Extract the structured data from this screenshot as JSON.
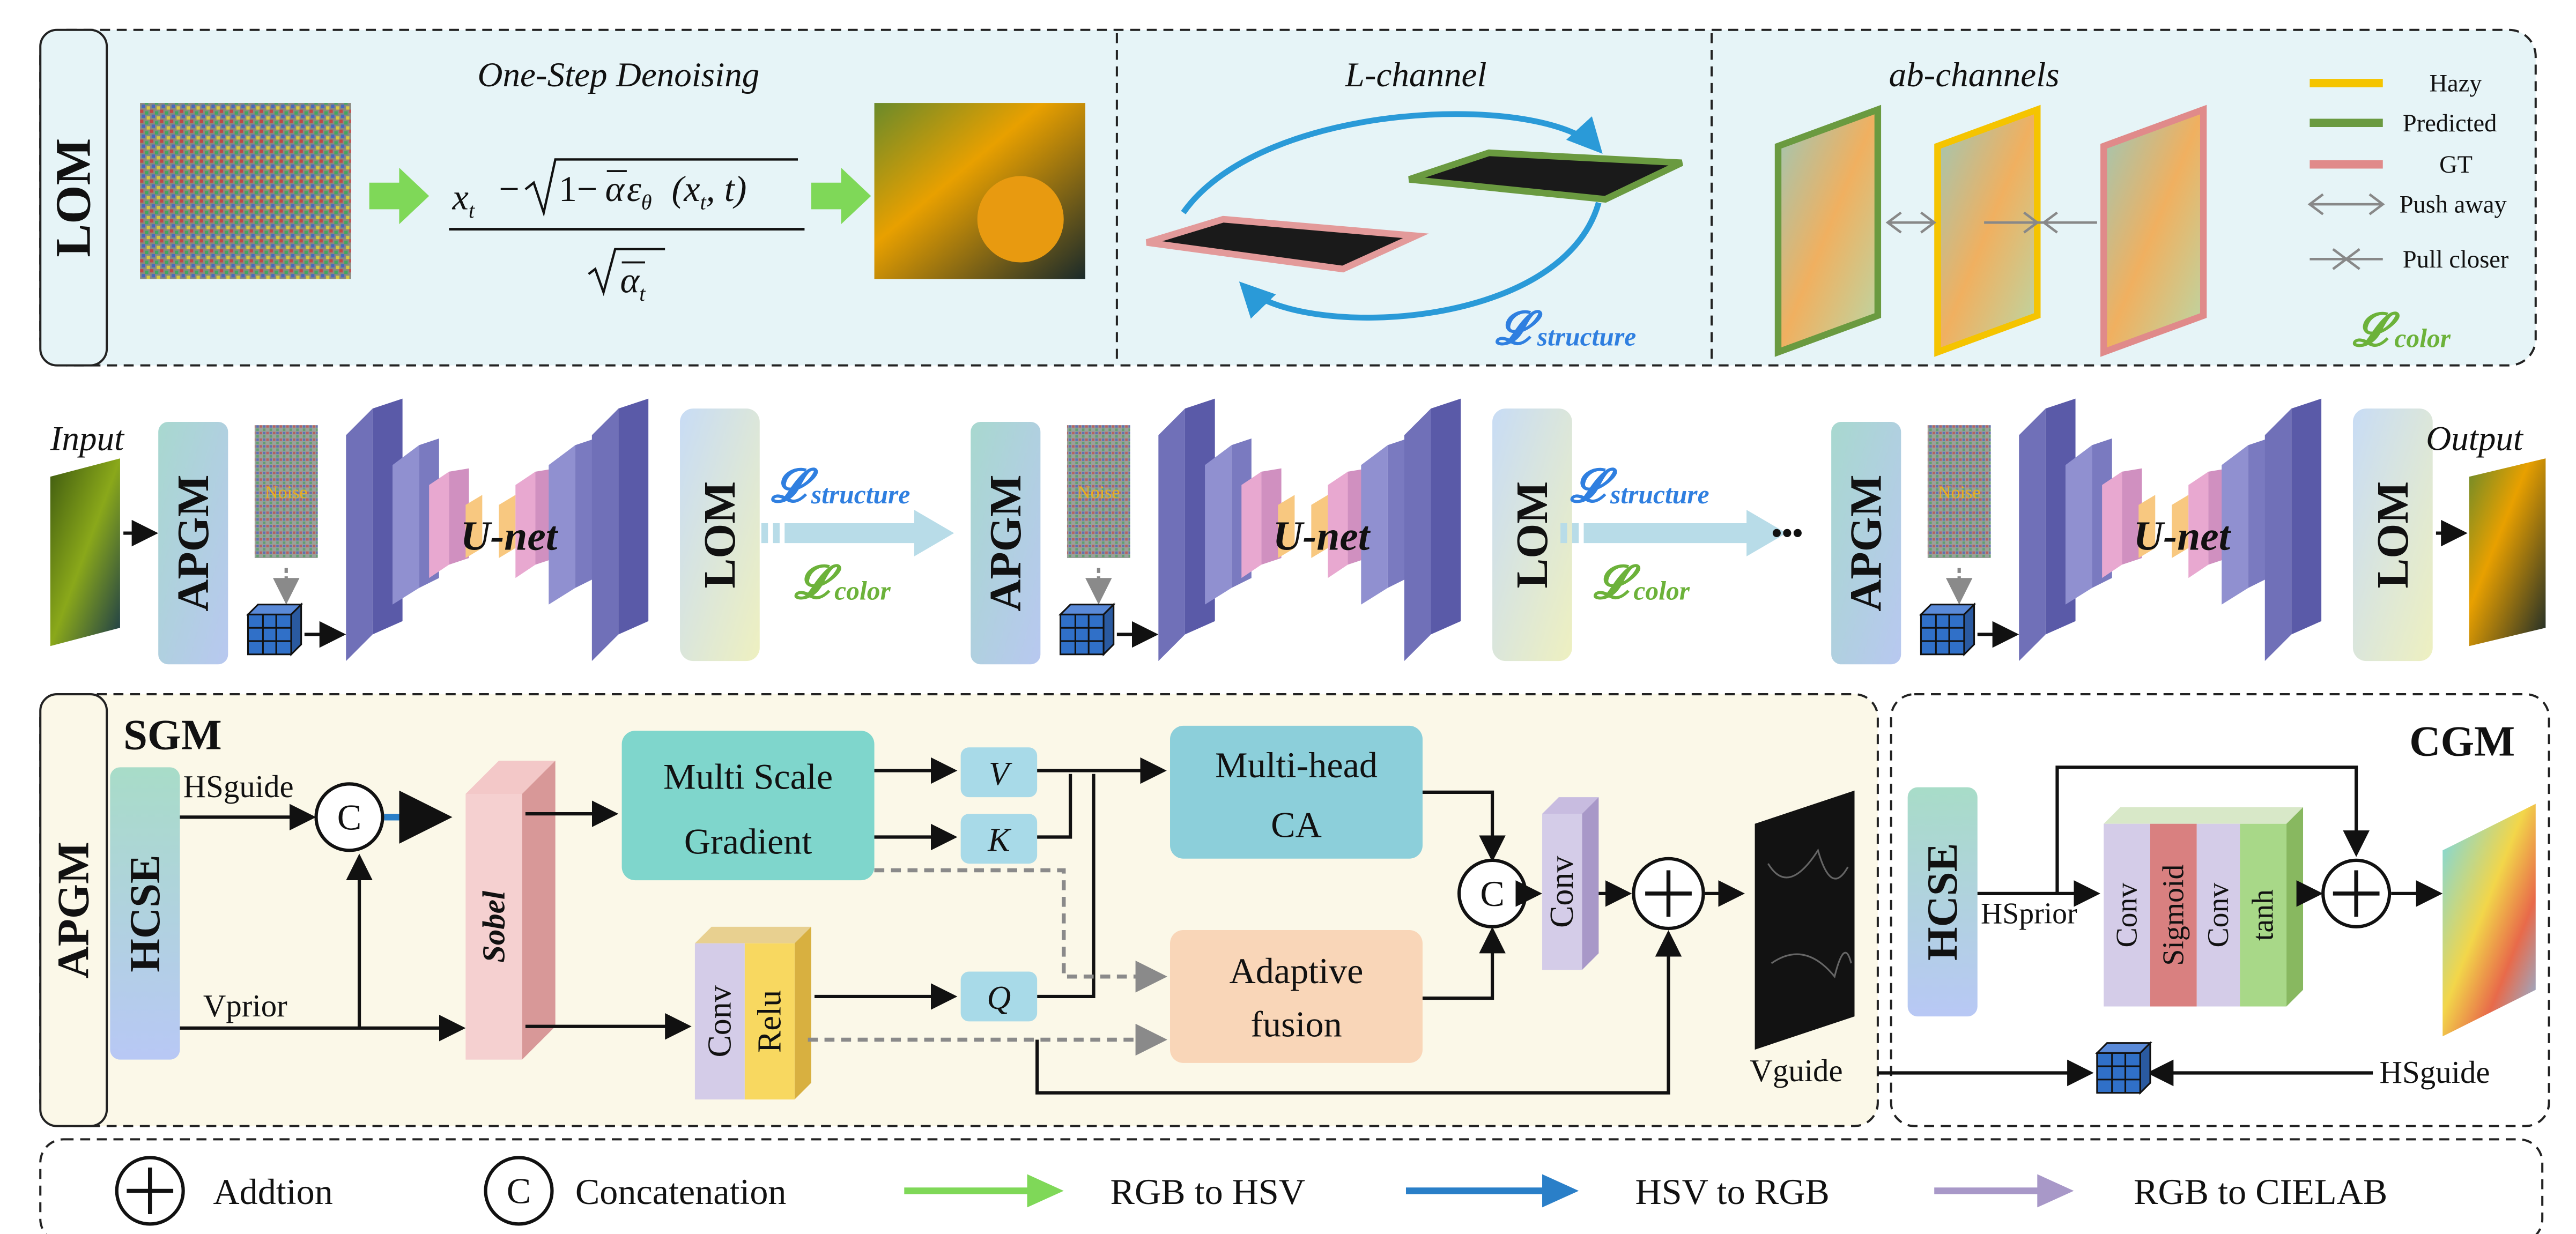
{
  "lom": {
    "side_label": "LOM",
    "denoise_title": "One-Step Denoising",
    "formula": {
      "x": "x",
      "x_sub": "t",
      "minus": "−",
      "one_minus": "1−",
      "alpha": "α",
      "eps": "ε",
      "theta": "θ",
      "args": "(x",
      "args_sub": "t",
      "args_end": ", t)"
    },
    "l_channel_title": "L-channel",
    "loss_structure": "structure",
    "ab_title": "ab-channels",
    "loss_color": "color",
    "legend": {
      "hazy": "Hazy",
      "predicted": "Predicted",
      "gt": "GT",
      "push": "Push away",
      "pull": "Pull closer"
    }
  },
  "pipeline": {
    "input_label": "Input",
    "output_label": "Output",
    "apgm": "APGM",
    "noise": "Noise",
    "unet": "U-net",
    "lom": "LOM",
    "ellipsis": "•••",
    "loss_structure": "structure",
    "loss_color": "color"
  },
  "apgm": {
    "side_label": "APGM",
    "sgm_title": "SGM",
    "hcse": "HCSE",
    "hsguide": "HSguide",
    "vprior": "Vprior",
    "concat_symbol": "C",
    "sobel": "Sobel",
    "msg_line1": "Multi Scale",
    "msg_line2": "Gradient",
    "v": "V",
    "k": "K",
    "q": "Q",
    "mhca_line1": "Multi-head",
    "mhca_line2": "CA",
    "conv": "Conv",
    "relu": "Relu",
    "af_line1": "Adaptive",
    "af_line2": "fusion",
    "vguide": "Vguide",
    "cgm_title": "CGM",
    "hsprior": "HSprior",
    "sigmoid": "Sigmoid",
    "tanh": "tanh",
    "hsguide2": "HSguide"
  },
  "bottom_legend": {
    "addition": "Addtion",
    "concat_symbol": "C",
    "concatenation": "Concatenation",
    "rgb_hsv": "RGB to HSV",
    "hsv_rgb": "HSV to RGB",
    "rgb_lab": "RGB to CIELAB"
  },
  "colors": {
    "rgb_to_hsv": "#7fd858",
    "hsv_to_rgb": "#2a7fc8",
    "rgb_to_cielab": "#a898c8",
    "loss_structure": "#2f7fe0",
    "loss_color": "#6cb23a",
    "hazy": "#f5c400",
    "predicted": "#6a9a40",
    "gt": "#e08a8a"
  }
}
